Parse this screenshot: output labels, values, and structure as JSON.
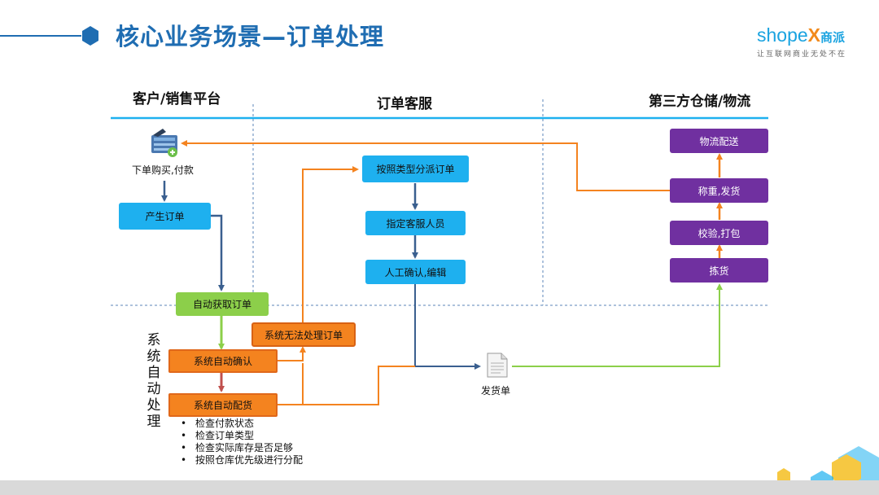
{
  "title": "核心业务场景—订单处理",
  "logo": {
    "brand_shop": "shop",
    "brand_e": "e",
    "brand_x": "X",
    "brand_cn": "商派",
    "slogan": "让互联网商业无处不在"
  },
  "columns": {
    "customer": "客户/销售平台",
    "service": "订单客服",
    "warehouse": "第三方仓储/物流"
  },
  "customer": {
    "buy_label": "下单购买,付款",
    "create_order": "产生订单"
  },
  "auto": {
    "section_label": "系统自动处理",
    "fetch_order": "自动获取订单",
    "cannot_process": "系统无法处理订单",
    "auto_confirm": "系统自动确认",
    "auto_allocate": "系统自动配货",
    "checks": [
      "检查付款状态",
      "检查订单类型",
      "检查实际库存是否足够",
      "按照仓库优先级进行分配"
    ]
  },
  "service": {
    "dispatch": "按照类型分派订单",
    "assign": "指定客服人员",
    "manual_confirm": "人工确认,编辑"
  },
  "shipping_doc_label": "发货单",
  "warehouse": {
    "deliver": "物流配送",
    "weigh_ship": "称重,发货",
    "verify_pack": "校验,打包",
    "pick": "拣货"
  },
  "colors": {
    "title_blue": "#1f6db2",
    "line_blue": "#1eb0ef",
    "dark_blue_arrow": "#3a5f8f",
    "green_arrow": "#8ccf4a",
    "red_arrow": "#c0504d",
    "orange_arrow": "#f4831f",
    "purple": "#7030a0",
    "dashed": "#5b86b8"
  },
  "icons": {
    "cart": "shopping-cart-icon",
    "document": "document-icon",
    "bullet": "hexagon-bullet-icon"
  }
}
